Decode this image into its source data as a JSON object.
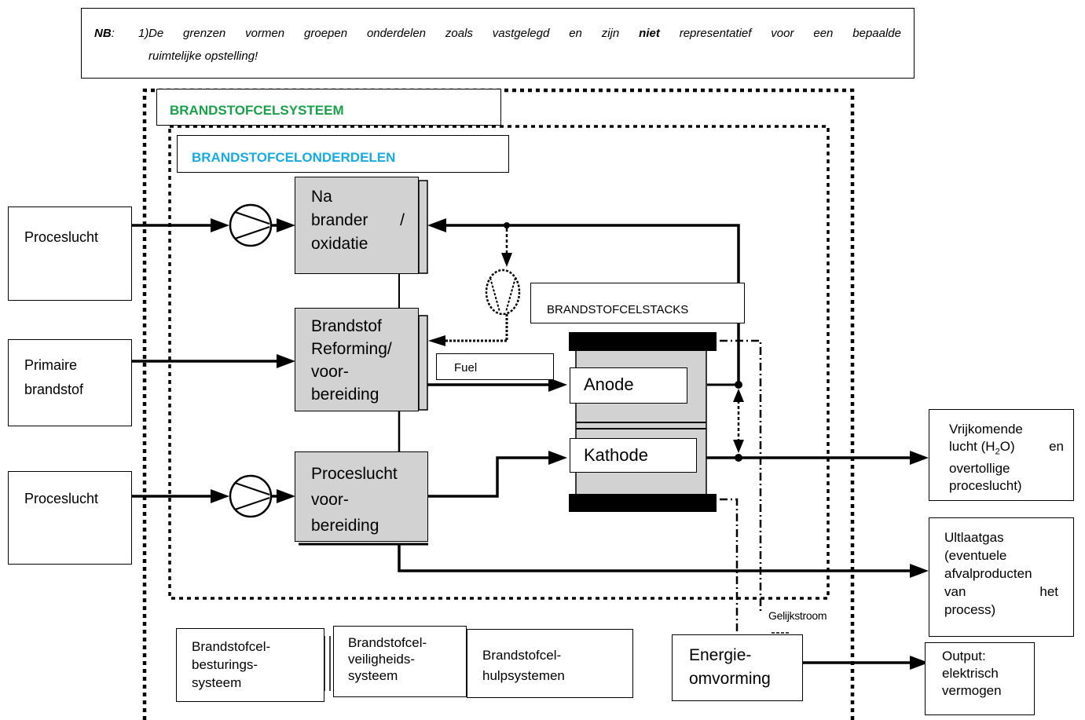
{
  "note": {
    "prefix": "NB",
    "colon": ":",
    "number": "1)",
    "line1_before": "De grenzen vormen groepen onderdelen zoals vastgelegd en zijn",
    "line1_bold": "niet",
    "line1_after": "representatief voor een bepaalde",
    "line2": "ruimtelijke opstelling!"
  },
  "boundaries": {
    "system_label": "BRANDSTOFCELSYSTEEM",
    "system_color": "#1aa04b",
    "parts_label": "BRANDSTOFCELONDERDELEN",
    "parts_color": "#1aa9e0",
    "stacks_label": "BRANDSTOFCELSTACKS"
  },
  "inputs": {
    "air1": "Proceslucht",
    "fuel_line1": "Primaire",
    "fuel_line2": "brandstof",
    "air2": "Proceslucht"
  },
  "components": {
    "burner": [
      "Na",
      "brander",
      "/",
      "oxidatie"
    ],
    "reformer": [
      "Brandstof",
      "Reforming/",
      "voor-",
      "bereiding"
    ],
    "airprep": [
      "Proceslucht",
      "voor-",
      "bereiding"
    ],
    "fuel_tag": "Fuel",
    "anode": "Anode",
    "cathode": "Kathode",
    "dc_label": "Gelijkstroom",
    "conversion": [
      "Energie-",
      "omvorming"
    ]
  },
  "outputs": {
    "air_out": [
      "Vrijkomende",
      "lucht (H",
      "2",
      "O",
      "en",
      "overtollige",
      "proceslucht)"
    ],
    "exhaust": [
      "Ultlaatgas",
      "(eventuele",
      "afvalproducten",
      "van",
      "het",
      "process)"
    ],
    "power": [
      "Output:",
      "elektrisch",
      "vermogen"
    ]
  },
  "subsystems": {
    "control": [
      "Brandstofcel-",
      "besturings-",
      "systeem"
    ],
    "safety": [
      "Brandstofcel-",
      "veiligheids-",
      "systeem"
    ],
    "aux": [
      "Brandstofcel-",
      "hulpsystemen"
    ]
  }
}
